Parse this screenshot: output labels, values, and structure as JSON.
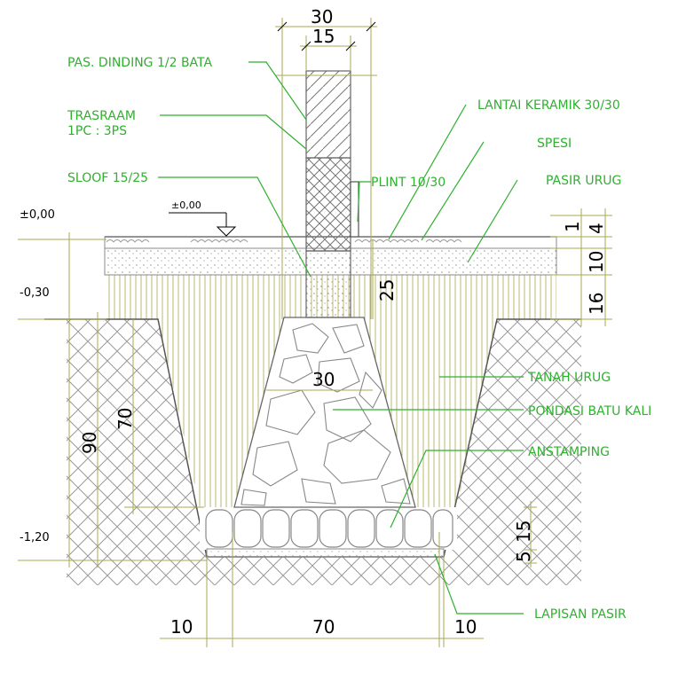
{
  "labels": {
    "pas_dinding": "PAS. DINDING 1/2 BATA",
    "trasraam": "TRASRAAM",
    "trasraam_mix": "1PC : 3PS",
    "sloof": "SLOOF 15/25",
    "lantai_keramik": "LANTAI KERAMIK 30/30",
    "spesi": "SPESI",
    "plint": "PLINT 10/30",
    "pasir_urug": "PASIR URUG",
    "tanah_urug": "TANAH URUG",
    "pondasi": "PONDASI BATU KALI",
    "anstamping": "ANSTAMPING",
    "lapisan_pasir": "LAPISAN PASIR"
  },
  "levels": {
    "floor_outer": "±0,00",
    "floor_inner": "±0,00",
    "ground": "-0,30",
    "bottom": "-1,20"
  },
  "dimensions": {
    "wall_total": "30",
    "wall_brick": "15",
    "keramik": "1",
    "layer_4": "4",
    "pasir": "10",
    "urug": "16",
    "sloof_height": "25",
    "pondasi_top": "30",
    "pondasi_height": "70",
    "total_depth": "90",
    "anstamping_height": "15",
    "sand_layer": "5",
    "bottom_left": "10",
    "bottom_mid": "70",
    "bottom_right": "10"
  },
  "colors": {
    "label_green": "#2fb02f",
    "leader_green": "#2fb02f",
    "line_olive": "#aaaa55",
    "black": "#000000"
  }
}
